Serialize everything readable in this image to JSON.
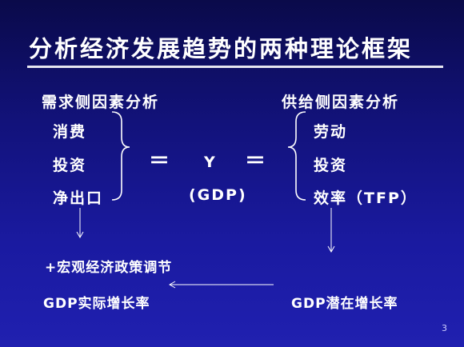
{
  "slide": {
    "title": "分析经济发展趋势的两种理论框架",
    "demand": {
      "header": "需求侧因素分析",
      "items": [
        "消费",
        "投资",
        "净出口"
      ]
    },
    "supply": {
      "header": "供给侧因素分析",
      "items": [
        "劳动",
        "投资",
        "效率（TFP）"
      ]
    },
    "center": {
      "y": "Y",
      "gdp": "(GDP)"
    },
    "equals_left": "＝",
    "equals_right": "＝",
    "macro_policy": "+宏观经济政策调节",
    "actual_growth": "GDP实际增长率",
    "potential_growth": "GDP潜在增长率",
    "page_number": "3"
  }
}
